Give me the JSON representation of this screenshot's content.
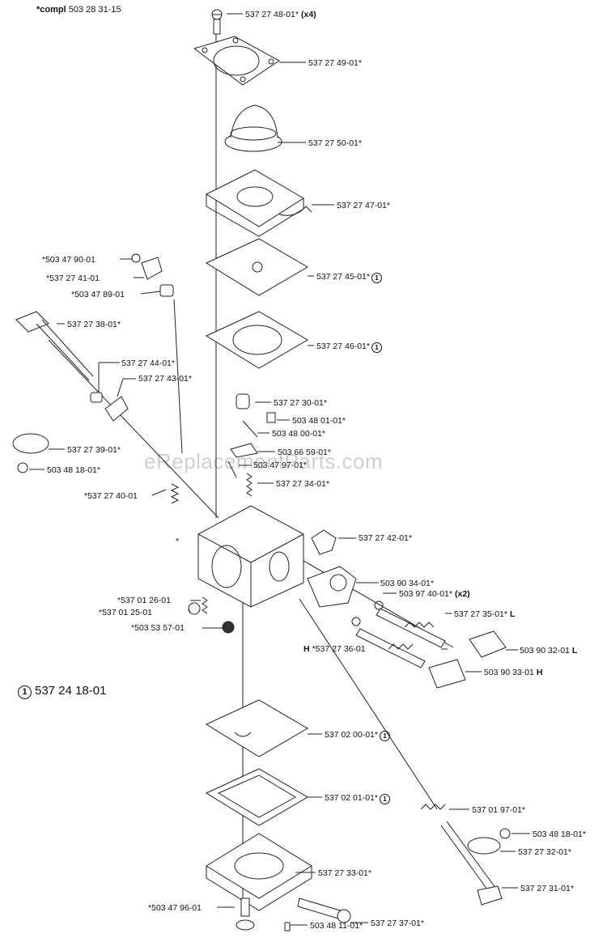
{
  "header": {
    "prefix": "*compl",
    "number": "503 28 31-15"
  },
  "kit": {
    "marker": "1",
    "number": "537 24 18-01"
  },
  "watermark": "eReplacementParts.com",
  "body_marker": "*",
  "parts": [
    {
      "id": "screw-top",
      "label": "537 27 48-01*",
      "suffix": "(x4)"
    },
    {
      "id": "cover-top",
      "label": "537 27 49-01*"
    },
    {
      "id": "primer-bulb",
      "label": "537 27 50-01*"
    },
    {
      "id": "pump-cover",
      "label": "537 27 47-01*"
    },
    {
      "id": "pump-diaphragm",
      "label": "537 27 45-01*",
      "kit": "1"
    },
    {
      "id": "gasket",
      "label": "537 27 46-01*",
      "kit": "1"
    },
    {
      "id": "nut-small",
      "label": "*503 47 90-01"
    },
    {
      "id": "throttle-lever",
      "label": "*537 27 41-01"
    },
    {
      "id": "bushing",
      "label": "*503 47 89-01"
    },
    {
      "id": "throttle-shaft",
      "label": "537 27 38-01*"
    },
    {
      "id": "washer-a",
      "label": "537 27 44-01*"
    },
    {
      "id": "lever-b",
      "label": "537 27 43-01*"
    },
    {
      "id": "cap",
      "label": "537 27 30-01*"
    },
    {
      "id": "screw-b",
      "label": "503 48 01-01*"
    },
    {
      "id": "pin",
      "label": "503 48 00-01*"
    },
    {
      "id": "needle",
      "label": "503 66 59-01*"
    },
    {
      "id": "inlet-needle",
      "label": "503 47 97-01*"
    },
    {
      "id": "throttle-plate",
      "label": "537 27 39-01*"
    },
    {
      "id": "screw-c",
      "label": "503 48 18-01*"
    },
    {
      "id": "spring-a",
      "label": "537 27 34-01*"
    },
    {
      "id": "spring-b",
      "label": "*537 27 40-01"
    },
    {
      "id": "carb-body",
      "label": "537 27 42-01*"
    },
    {
      "id": "adjuster-housing",
      "label": "503 90 34-01*"
    },
    {
      "id": "o-ring",
      "label": "503 97 40-01*",
      "suffix": "(x2)"
    },
    {
      "id": "spring-c",
      "label": "*537 01 26-01"
    },
    {
      "id": "ball",
      "label": "*537 01 25-01"
    },
    {
      "id": "screen",
      "label": "*503 53 57-01"
    },
    {
      "id": "needle-l",
      "label": "537 27 35-01*",
      "suffix": "L"
    },
    {
      "id": "needle-h",
      "label": "*537 27 36-01",
      "prefix": "H"
    },
    {
      "id": "limiter-l",
      "label": "503 90 32-01",
      "suffix": "L"
    },
    {
      "id": "limiter-h",
      "label": "503 90 33-01",
      "suffix": "H"
    },
    {
      "id": "metering-diaphragm",
      "label": "537 02 00-01*",
      "kit": "1"
    },
    {
      "id": "metering-gasket",
      "label": "537 02 01-01*",
      "kit": "1"
    },
    {
      "id": "spring-d",
      "label": "537 01 97-01*"
    },
    {
      "id": "screw-d",
      "label": "503 48 18-01*"
    },
    {
      "id": "choke-plate",
      "label": "537 27 32-01*"
    },
    {
      "id": "bottom-cover",
      "label": "537 27 33-01*"
    },
    {
      "id": "choke-shaft",
      "label": "537 27 31-01*"
    },
    {
      "id": "cover-screw",
      "label": "537 27 37-01*"
    },
    {
      "id": "bottom-screw",
      "label": "*503 47 96-01"
    },
    {
      "id": "set-screw",
      "label": "503 48 11-01*"
    }
  ]
}
